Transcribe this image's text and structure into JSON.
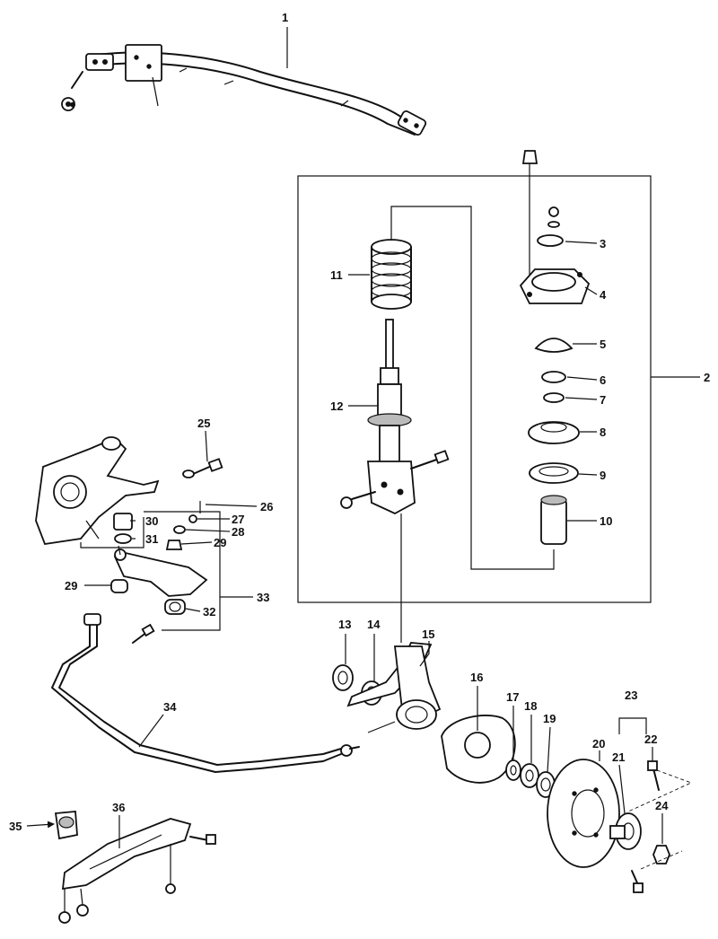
{
  "callouts": [
    "1",
    "2",
    "3",
    "4",
    "5",
    "6",
    "7",
    "8",
    "9",
    "10",
    "11",
    "12",
    "13",
    "14",
    "15",
    "16",
    "17",
    "18",
    "19",
    "20",
    "21",
    "22",
    "23",
    "24",
    "25",
    "26",
    "27",
    "28",
    "29",
    "29",
    "30",
    "31",
    "32",
    "33",
    "34",
    "35",
    "36"
  ],
  "colors": {
    "ink": "#111111",
    "paper": "#ffffff"
  }
}
